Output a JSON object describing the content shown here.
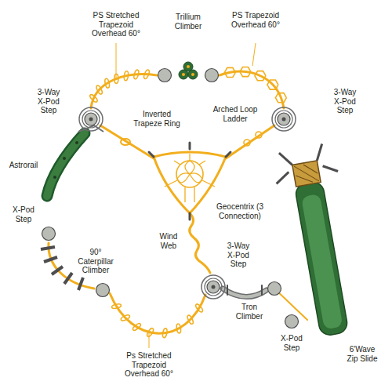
{
  "diagram": {
    "labels": [
      "PS Stretched Trapezoid Overhead 60°",
      "Trillium Climber",
      "PS Trapezoid Overhead 60°",
      "3-Way X-Pod Step",
      "3-Way X-Pod Step",
      "Inverted Trapeze Ring",
      "Arched Loop Ladder",
      "Astrorail",
      "Geocentrix (3 Connection)",
      "X-Pod Step",
      "90° Caterpillar Climber",
      "Wind Web",
      "3-Way X-Pod Step",
      "6'Wave Zip Slide",
      "Tron Climber",
      "X-Pod Step",
      "Ps Stretched Trapezoid Overhead 60°"
    ]
  }
}
